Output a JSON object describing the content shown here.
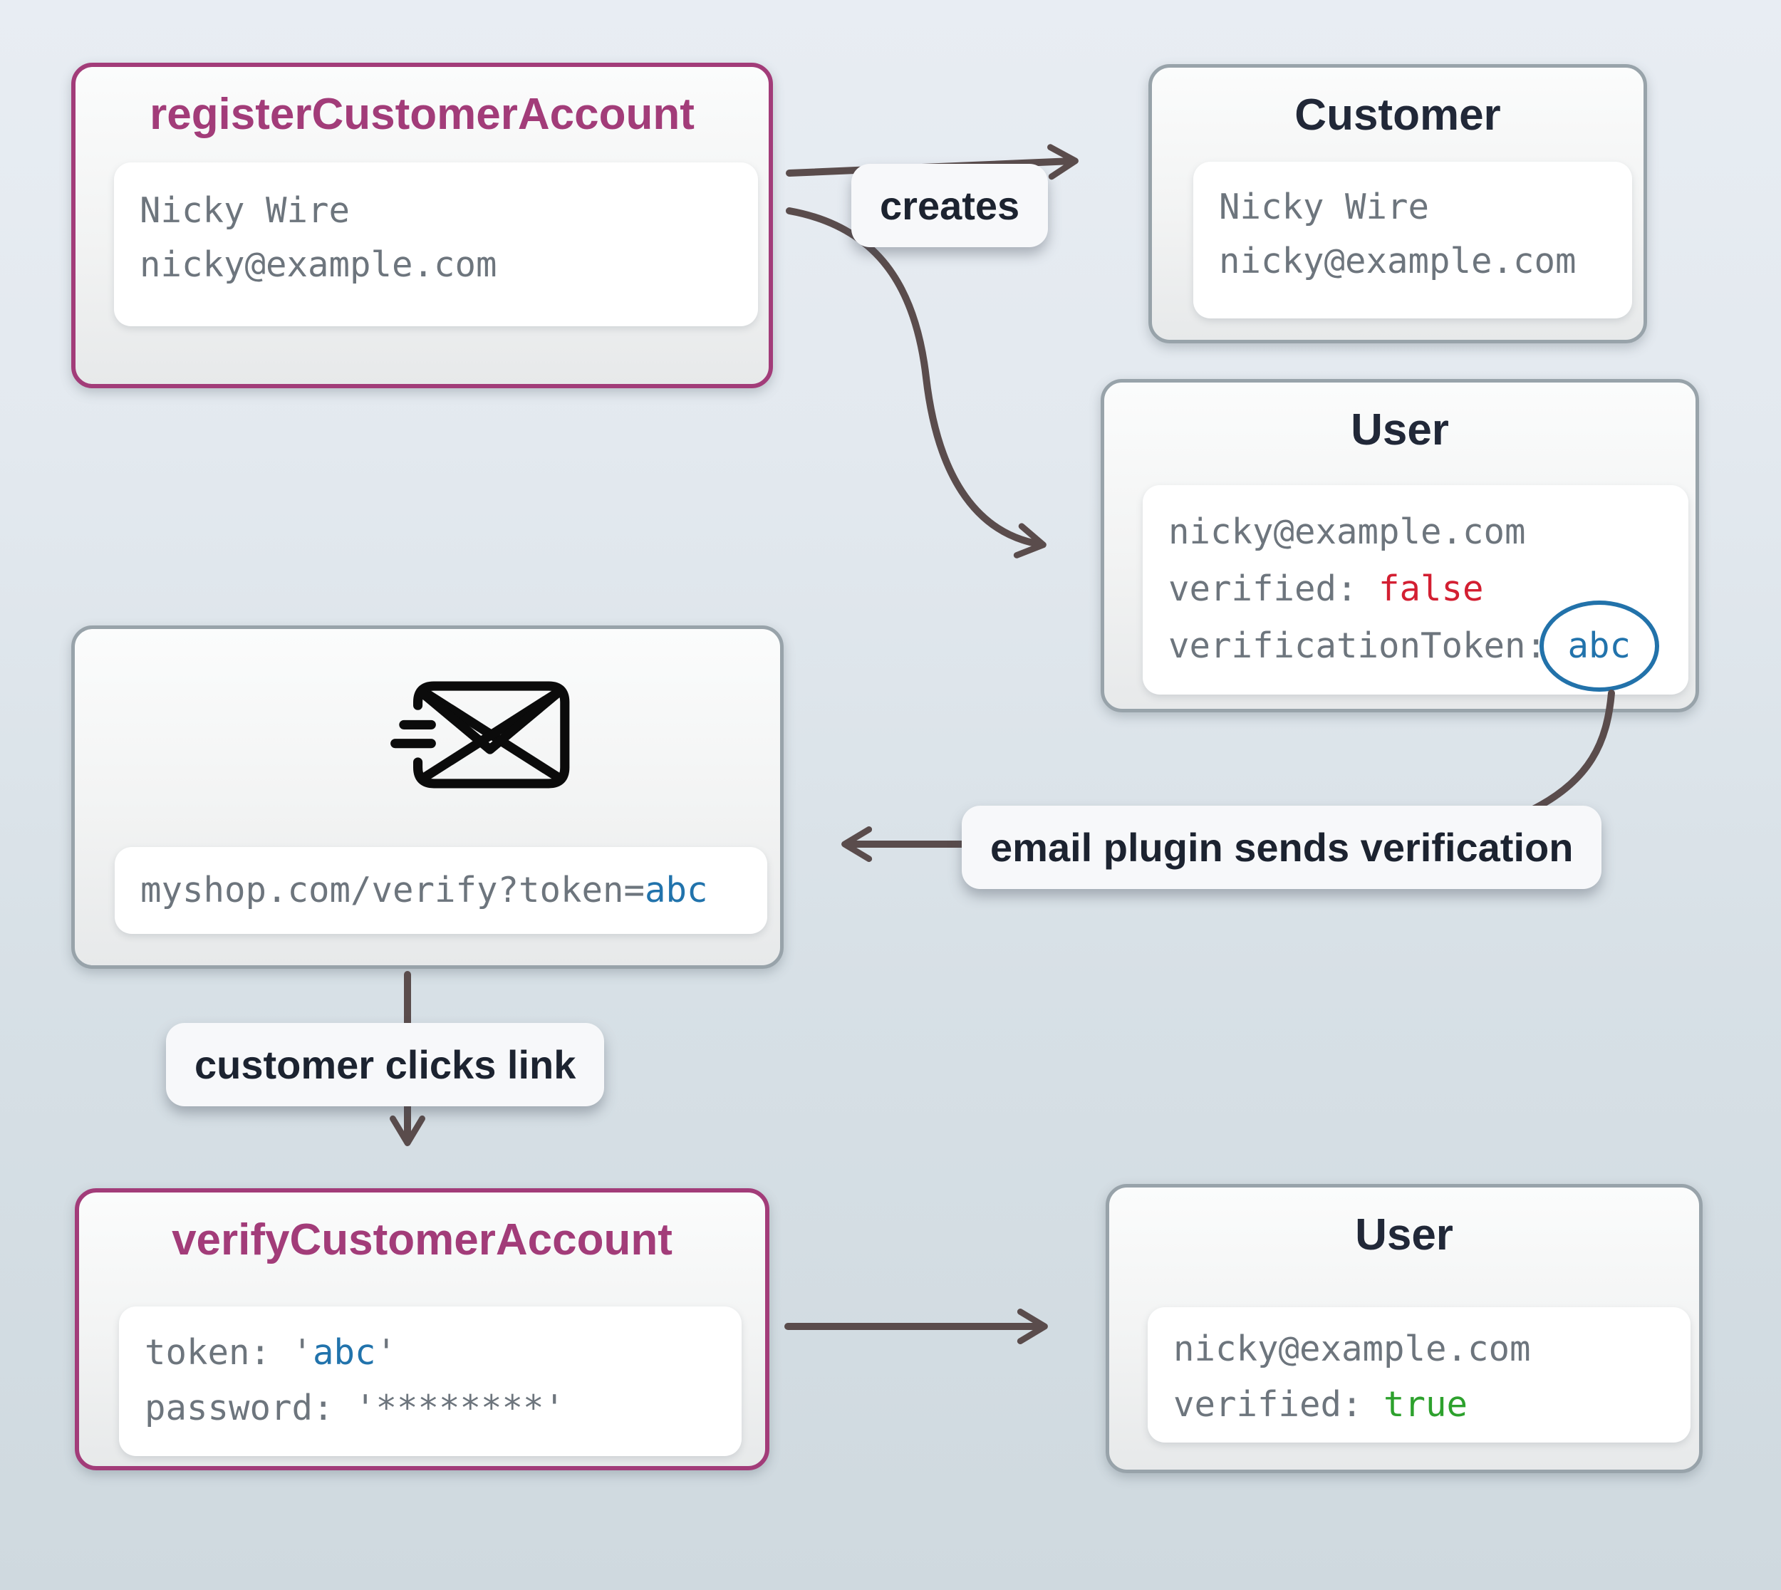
{
  "register_box": {
    "title": "registerCustomerAccount",
    "line1": "Nicky Wire",
    "line2": "nicky@example.com"
  },
  "customer_box": {
    "title": "Customer",
    "line1": "Nicky Wire",
    "line2": "nicky@example.com"
  },
  "user_unverified": {
    "title": "User",
    "email": "nicky@example.com",
    "verified_label": "verified:",
    "verified_value": "false",
    "token_label": "verificationToken:",
    "token_value": "abc"
  },
  "email_box": {
    "url_prefix": "myshop.com/verify?token=",
    "token": "abc"
  },
  "verify_box": {
    "title": "verifyCustomerAccount",
    "token_prefix": "token: '",
    "token_value": "abc",
    "token_suffix": "'",
    "password_line": "password: '********'"
  },
  "user_verified": {
    "title": "User",
    "email": "nicky@example.com",
    "verified_label": "verified:",
    "verified_value": "true"
  },
  "labels": {
    "creates": "creates",
    "email_plugin": "email plugin sends verification",
    "customer_clicks": "customer clicks link"
  },
  "colors": {
    "accent_purple": "#a23c79",
    "title_dark": "#212838",
    "mono_gray": "#6d757d",
    "value_red": "#d31f32",
    "value_blue": "#2173ac",
    "value_green": "#2da12d",
    "arrow": "#5a4c4c",
    "token_circle_blue": "#2272aa",
    "background_top": "#e8edf3",
    "background_bottom": "#cfd9df"
  }
}
